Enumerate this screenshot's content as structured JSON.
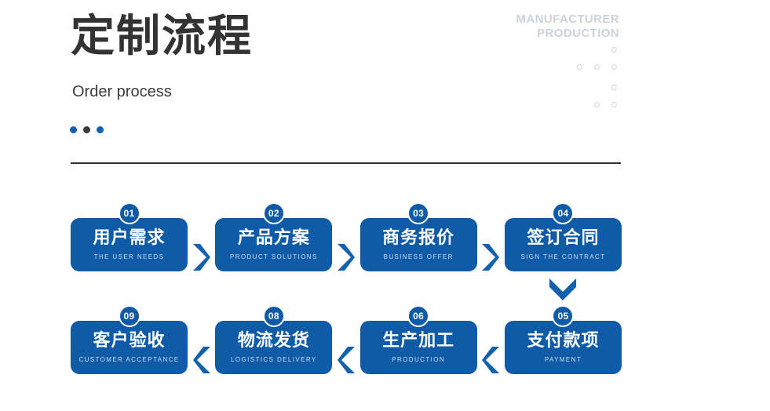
{
  "header": {
    "title": "定制流程",
    "subtitle": "Order process",
    "dots": [
      {
        "name": "dot-blue-1",
        "color": "#1161ae"
      },
      {
        "name": "dot-dark",
        "color": "#3a3a3a"
      },
      {
        "name": "dot-blue-2",
        "color": "#1161ae"
      }
    ]
  },
  "watermark": {
    "line1": "MANUFACTURER",
    "line2": "PRODUCTION",
    "color": "#ccd2de"
  },
  "dot_grid": {
    "color": "#ccd3e2",
    "points": [
      {
        "x": 44,
        "y": 0
      },
      {
        "x": 0,
        "y": 22
      },
      {
        "x": 22,
        "y": 22
      },
      {
        "x": 44,
        "y": 22
      },
      {
        "x": 44,
        "y": 48
      },
      {
        "x": 22,
        "y": 70
      },
      {
        "x": 44,
        "y": 70
      }
    ]
  },
  "theme": {
    "brand_blue": "#0f5ba7",
    "arrow_blue": "#1161ae",
    "divider": "#2e2e2e",
    "english_label": "#cfdcea"
  },
  "flow": {
    "row_top": {
      "direction": "right",
      "steps": [
        {
          "num": "01",
          "cn": "用户需求",
          "en": "THE USER NEEDS"
        },
        {
          "num": "02",
          "cn": "产品方案",
          "en": "PRODUCT SOLUTIONS"
        },
        {
          "num": "03",
          "cn": "商务报价",
          "en": "BUSINESS OFFER"
        },
        {
          "num": "04",
          "cn": "签订合同",
          "en": "SIGN THE CONTRACT"
        }
      ]
    },
    "connector_down": {
      "icon": "chevron-down-icon"
    },
    "row_bottom": {
      "direction": "left",
      "steps": [
        {
          "num": "09",
          "cn": "客户验收",
          "en": "CUSTOMER ACCEPTANCE"
        },
        {
          "num": "08",
          "cn": "物流发货",
          "en": "LOGISTICS DELIVERY"
        },
        {
          "num": "06",
          "cn": "生产加工",
          "en": "PRODUCTION"
        },
        {
          "num": "05",
          "cn": "支付款项",
          "en": "PAYMENT"
        }
      ]
    }
  }
}
